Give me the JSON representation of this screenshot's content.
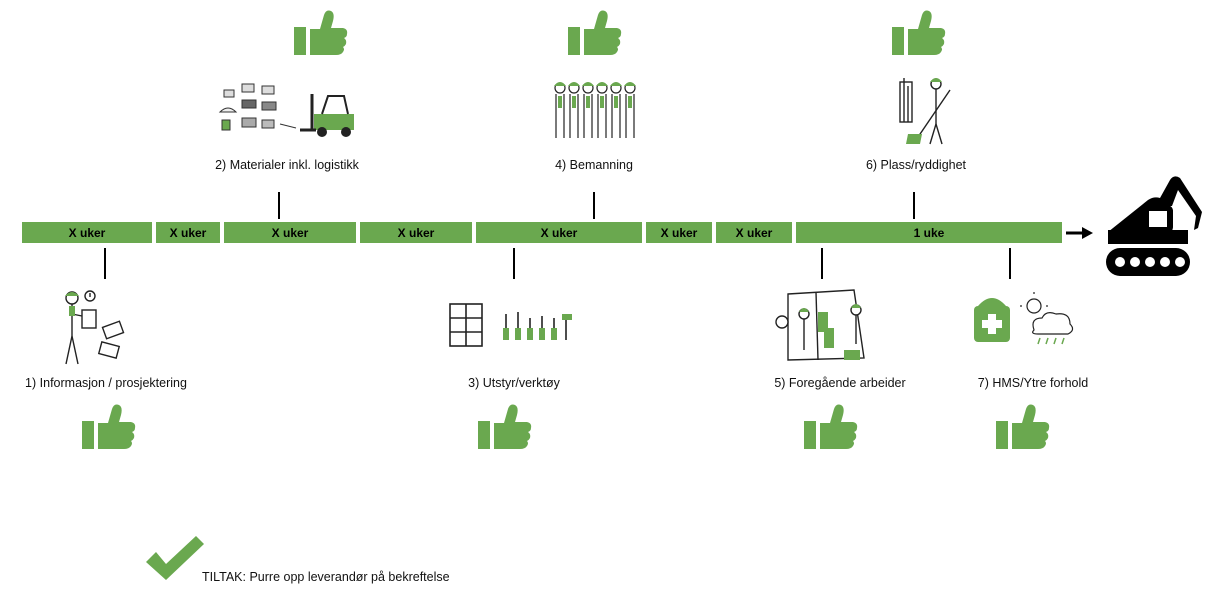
{
  "timeline": {
    "segments": [
      "X uker",
      "X uker",
      "X uker",
      "X uker",
      "X uker",
      "X uker",
      "X uker",
      "1 uke"
    ],
    "colors": {
      "bar": "#6aa84f",
      "thumb": "#6aa84f"
    }
  },
  "steps": {
    "s1": {
      "label": "1) Informasjon / prosjektering",
      "status": "thumbs-up"
    },
    "s2": {
      "label": "2) Materialer inkl. logistikk",
      "status": "thumbs-up"
    },
    "s3": {
      "label": "3) Utstyr/verktøy",
      "status": "thumbs-up"
    },
    "s4": {
      "label": "4) Bemanning",
      "status": "thumbs-up"
    },
    "s5": {
      "label": "5) Foregående arbeider",
      "status": "thumbs-up"
    },
    "s6": {
      "label": "6) Plass/ryddighet",
      "status": "thumbs-up"
    },
    "s7": {
      "label": "7) HMS/Ytre forhold",
      "status": "thumbs-up"
    }
  },
  "action": {
    "text": "TILTAK: Purre opp leverandør på bekreftelse",
    "icon": "check-mark-icon"
  }
}
